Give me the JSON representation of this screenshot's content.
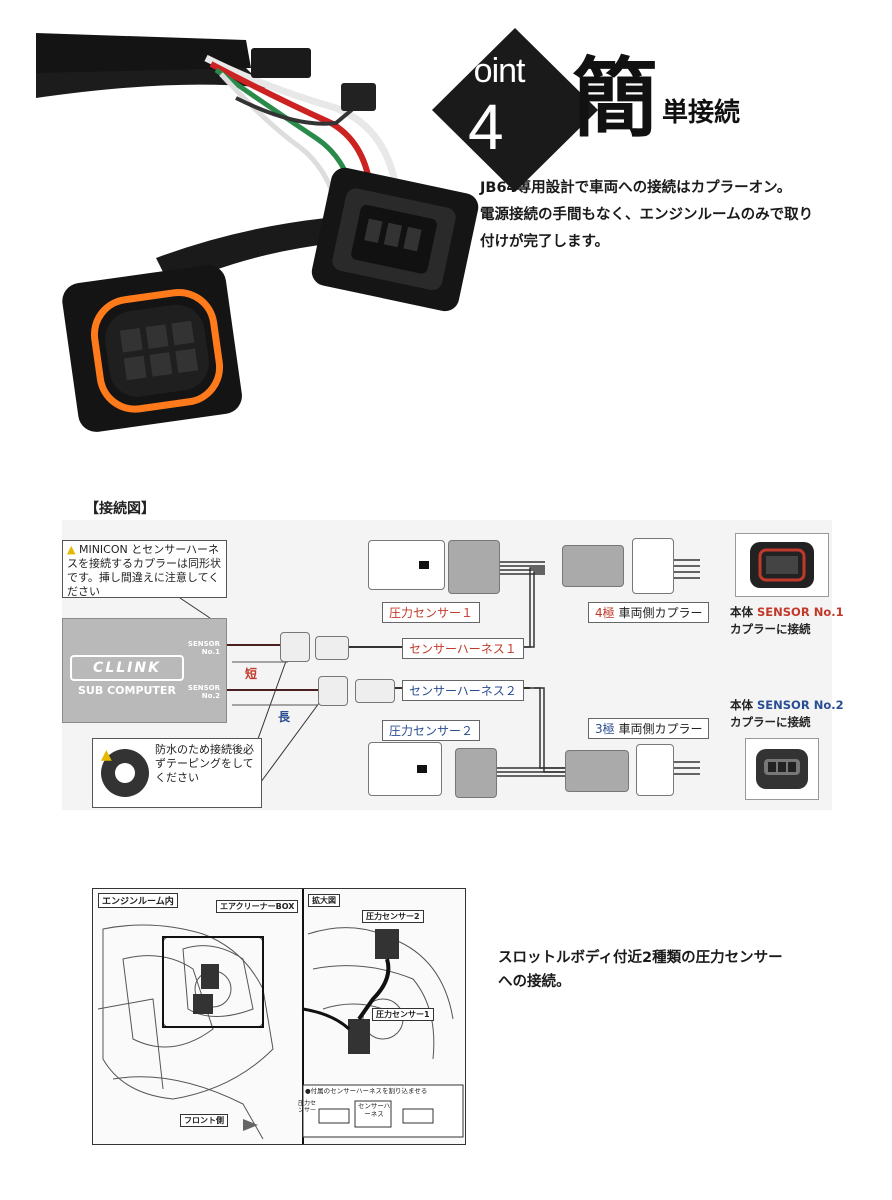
{
  "header": {
    "point_word": "Point",
    "point_number": "4",
    "title_kanji": "簡",
    "title_rest": "単接続"
  },
  "intro": {
    "line1": "JB64専用設計で車両への接続はカプラーオン。",
    "line2": "電源接続の手間もなく、エンジンルームのみで取り",
    "line3": "付けが完了します。"
  },
  "diagram": {
    "section_title": "【接続図】",
    "warning_top": "MINICON とセンサーハーネスを接続するカプラーは同形状です。挿し間違えに注意してください",
    "warning_bottom": "防水のため接続後必ずテーピングをしてください",
    "logo": "CLLINK",
    "sub_computer": "SUB COMPUTER",
    "sensor1": "SENSOR No.1",
    "sensor2": "SENSOR No.2",
    "short_label": "短",
    "long_label": "長",
    "pressure_sensor1": "圧力センサー１",
    "pressure_sensor2": "圧力センサー２",
    "harness1": "センサーハーネス１",
    "harness2": "センサーハーネス２",
    "coupler4_prefix": "4極",
    "coupler4_suffix": " 車両側カプラー",
    "coupler3_prefix": "3極",
    "coupler3_suffix": " 車両側カプラー",
    "main1_prefix": "本体 ",
    "main1_sensor": "SENSOR No.1",
    "main1_line2": "カプラーに接続",
    "main2_prefix": "本体 ",
    "main2_sensor": "SENSOR No.2",
    "main2_line2": "カプラーに接続"
  },
  "engine": {
    "room_label": "エンジンルーム内",
    "air_cleaner": "エアクリーナーBOX",
    "zoom": "拡大図",
    "ps2": "圧力センサー2",
    "ps1": "圧力センサー1",
    "note": "●付属のセンサーハーネスを割り込ませる",
    "harness": "センサーハーネス",
    "sensor_side": "圧力センサー",
    "front": "フロント側",
    "description_line1": "スロットルボディ付近2種類の圧力センサー",
    "description_line2": "への接続。"
  },
  "colors": {
    "accent_red": "#c0392b",
    "accent_blue": "#2a4e93",
    "orange_glow": "#ff7a1a"
  }
}
